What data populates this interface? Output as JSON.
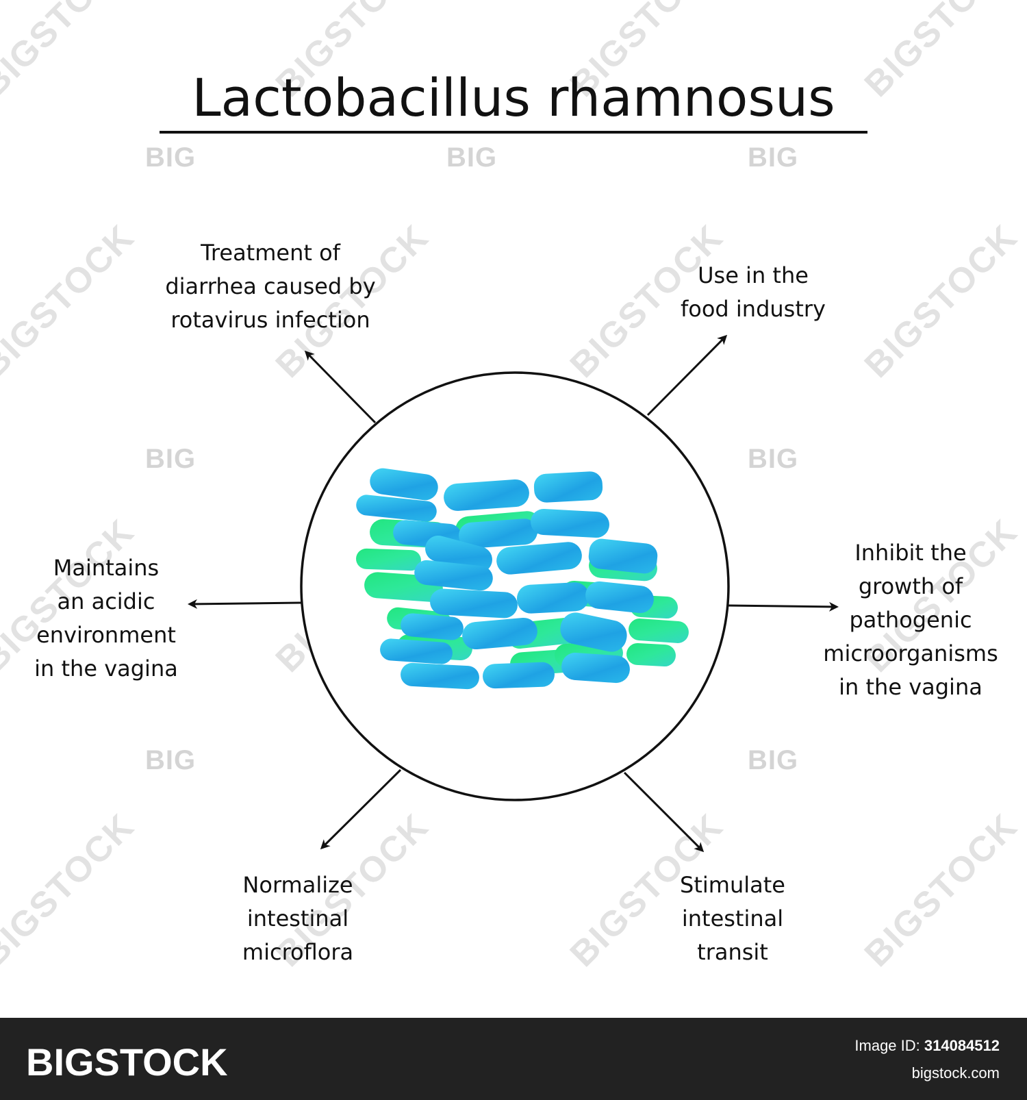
{
  "title": "Lactobacillus rhamnosus",
  "labels": {
    "top_left": [
      "Treatment of",
      "diarrhea caused by",
      "rotavirus infection"
    ],
    "top_right": [
      "Use in the",
      "food industry"
    ],
    "left": [
      "Maintains",
      "an acidic",
      "environment",
      "in the vagina"
    ],
    "right": [
      "Inhibit the",
      "growth of",
      "pathogenic",
      "microorganisms",
      "in the vagina"
    ],
    "bottom_left": [
      "Normalize",
      "intestinal",
      "microflora"
    ],
    "bottom_right": [
      "Stimulate",
      "intestinal",
      "transit"
    ]
  },
  "colors": {
    "ink": "#111111",
    "bacteria_blue": "#1ea7e6",
    "bacteria_cyan": "#3fd3f0",
    "bacteria_green": "#2ee89a",
    "watermark": "#d4d4d4",
    "footer_bg": "#222222"
  },
  "watermark": {
    "big": "BIG",
    "diagonal": "BIGSTOCK"
  },
  "footer": {
    "brand": "BIGSTOCK",
    "image_id_label": "Image ID:",
    "image_id": "314084512",
    "site": "bigstock.com"
  }
}
